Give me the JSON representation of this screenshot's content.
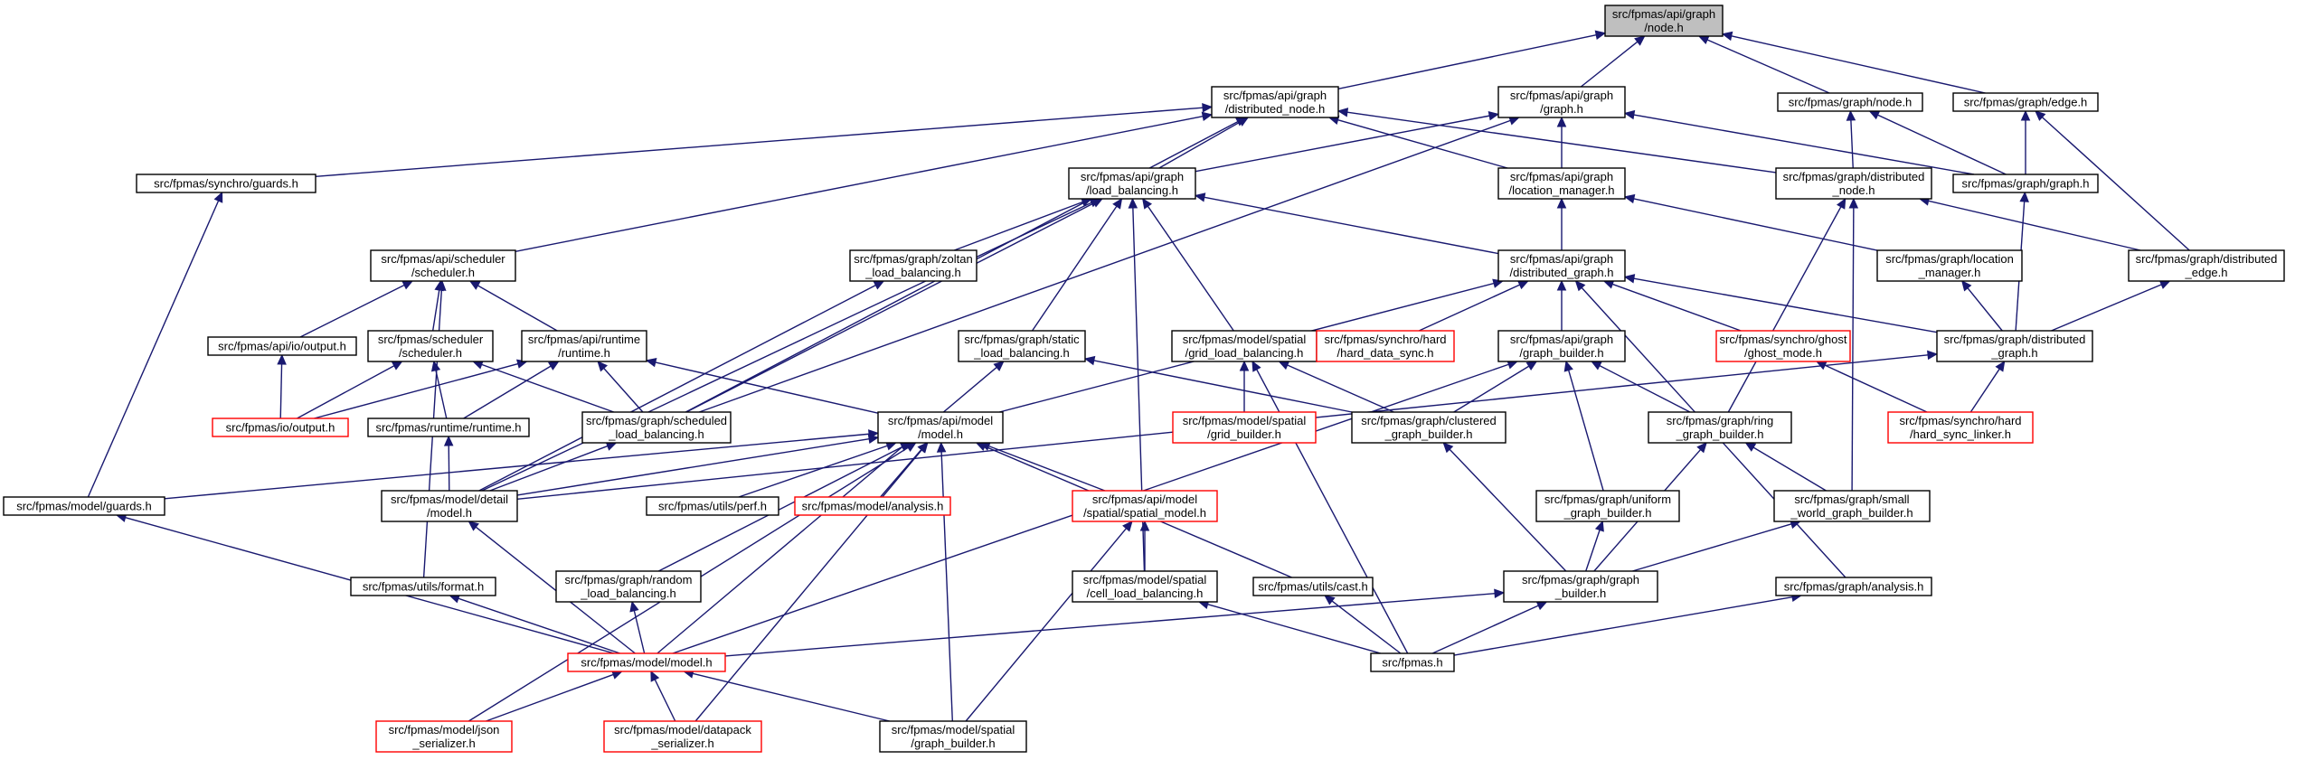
{
  "colors": {
    "edge": "#191970",
    "root_fill": "#bfbfbf",
    "border_default": "#000000",
    "border_incomplete": "#ff0000"
  },
  "nodes": [
    {
      "id": "root",
      "lines": [
        "src/fpmas/api/graph",
        "/node.h"
      ],
      "style": "root"
    },
    {
      "id": "api_distributed_node",
      "lines": [
        "src/fpmas/api/graph",
        "/distributed_node.h"
      ],
      "style": "normal"
    },
    {
      "id": "api_graph",
      "lines": [
        "src/fpmas/api/graph",
        "/graph.h"
      ],
      "style": "normal"
    },
    {
      "id": "graph_node",
      "lines": [
        "src/fpmas/graph/node.h"
      ],
      "style": "normal"
    },
    {
      "id": "graph_edge",
      "lines": [
        "src/fpmas/graph/edge.h"
      ],
      "style": "normal"
    },
    {
      "id": "synchro_guards",
      "lines": [
        "src/fpmas/synchro/guards.h"
      ],
      "style": "normal"
    },
    {
      "id": "api_load_balancing",
      "lines": [
        "src/fpmas/api/graph",
        "/load_balancing.h"
      ],
      "style": "normal"
    },
    {
      "id": "api_location_manager",
      "lines": [
        "src/fpmas/api/graph",
        "/location_manager.h"
      ],
      "style": "normal"
    },
    {
      "id": "graph_distributed_node",
      "lines": [
        "src/fpmas/graph/distributed",
        "_node.h"
      ],
      "style": "normal"
    },
    {
      "id": "graph_graph",
      "lines": [
        "src/fpmas/graph/graph.h"
      ],
      "style": "normal"
    },
    {
      "id": "api_scheduler",
      "lines": [
        "src/fpmas/api/scheduler",
        "/scheduler.h"
      ],
      "style": "normal"
    },
    {
      "id": "zoltan_lb",
      "lines": [
        "src/fpmas/graph/zoltan",
        "_load_balancing.h"
      ],
      "style": "normal"
    },
    {
      "id": "api_distributed_graph",
      "lines": [
        "src/fpmas/api/graph",
        "/distributed_graph.h"
      ],
      "style": "normal"
    },
    {
      "id": "graph_location_manager",
      "lines": [
        "src/fpmas/graph/location",
        "_manager.h"
      ],
      "style": "normal"
    },
    {
      "id": "graph_distributed_edge",
      "lines": [
        "src/fpmas/graph/distributed",
        "_edge.h"
      ],
      "style": "normal"
    },
    {
      "id": "api_io_output",
      "lines": [
        "src/fpmas/api/io/output.h"
      ],
      "style": "normal"
    },
    {
      "id": "scheduler_scheduler",
      "lines": [
        "src/fpmas/scheduler",
        "/scheduler.h"
      ],
      "style": "normal"
    },
    {
      "id": "api_runtime",
      "lines": [
        "src/fpmas/api/runtime",
        "/runtime.h"
      ],
      "style": "normal"
    },
    {
      "id": "static_lb",
      "lines": [
        "src/fpmas/graph/static",
        "_load_balancing.h"
      ],
      "style": "normal"
    },
    {
      "id": "grid_lb",
      "lines": [
        "src/fpmas/model/spatial",
        "/grid_load_balancing.h"
      ],
      "style": "normal"
    },
    {
      "id": "hard_data_sync",
      "lines": [
        "src/fpmas/synchro/hard",
        "/hard_data_sync.h"
      ],
      "style": "red"
    },
    {
      "id": "api_graph_builder",
      "lines": [
        "src/fpmas/api/graph",
        "/graph_builder.h"
      ],
      "style": "normal"
    },
    {
      "id": "ghost_mode",
      "lines": [
        "src/fpmas/synchro/ghost",
        "/ghost_mode.h"
      ],
      "style": "red"
    },
    {
      "id": "graph_distributed_graph",
      "lines": [
        "src/fpmas/graph/distributed",
        "_graph.h"
      ],
      "style": "normal"
    },
    {
      "id": "io_output",
      "lines": [
        "src/fpmas/io/output.h"
      ],
      "style": "red"
    },
    {
      "id": "runtime_runtime",
      "lines": [
        "src/fpmas/runtime/runtime.h"
      ],
      "style": "normal"
    },
    {
      "id": "scheduled_lb",
      "lines": [
        "src/fpmas/graph/scheduled",
        "_load_balancing.h"
      ],
      "style": "normal"
    },
    {
      "id": "api_model",
      "lines": [
        "src/fpmas/api/model",
        "/model.h"
      ],
      "style": "normal"
    },
    {
      "id": "grid_builder",
      "lines": [
        "src/fpmas/model/spatial",
        "/grid_builder.h"
      ],
      "style": "red"
    },
    {
      "id": "clustered_builder",
      "lines": [
        "src/fpmas/graph/clustered",
        "_graph_builder.h"
      ],
      "style": "normal"
    },
    {
      "id": "ring_builder",
      "lines": [
        "src/fpmas/graph/ring",
        "_graph_builder.h"
      ],
      "style": "normal"
    },
    {
      "id": "hard_sync_linker",
      "lines": [
        "src/fpmas/synchro/hard",
        "/hard_sync_linker.h"
      ],
      "style": "red"
    },
    {
      "id": "model_guards",
      "lines": [
        "src/fpmas/model/guards.h"
      ],
      "style": "normal"
    },
    {
      "id": "model_detail_model",
      "lines": [
        "src/fpmas/model/detail",
        "/model.h"
      ],
      "style": "normal"
    },
    {
      "id": "utils_perf",
      "lines": [
        "src/fpmas/utils/perf.h"
      ],
      "style": "normal"
    },
    {
      "id": "model_analysis",
      "lines": [
        "src/fpmas/model/analysis.h"
      ],
      "style": "red"
    },
    {
      "id": "spatial_model",
      "lines": [
        "src/fpmas/api/model",
        "/spatial/spatial_model.h"
      ],
      "style": "red"
    },
    {
      "id": "uniform_builder",
      "lines": [
        "src/fpmas/graph/uniform",
        "_graph_builder.h"
      ],
      "style": "normal"
    },
    {
      "id": "small_world_builder",
      "lines": [
        "src/fpmas/graph/small",
        "_world_graph_builder.h"
      ],
      "style": "normal"
    },
    {
      "id": "utils_format",
      "lines": [
        "src/fpmas/utils/format.h"
      ],
      "style": "normal"
    },
    {
      "id": "random_lb",
      "lines": [
        "src/fpmas/graph/random",
        "_load_balancing.h"
      ],
      "style": "normal"
    },
    {
      "id": "cell_lb",
      "lines": [
        "src/fpmas/model/spatial",
        "/cell_load_balancing.h"
      ],
      "style": "normal"
    },
    {
      "id": "utils_cast",
      "lines": [
        "src/fpmas/utils/cast.h"
      ],
      "style": "normal"
    },
    {
      "id": "graph_graph_builder",
      "lines": [
        "src/fpmas/graph/graph",
        "_builder.h"
      ],
      "style": "normal"
    },
    {
      "id": "graph_analysis",
      "lines": [
        "src/fpmas/graph/analysis.h"
      ],
      "style": "normal"
    },
    {
      "id": "model_model",
      "lines": [
        "src/fpmas/model/model.h"
      ],
      "style": "red"
    },
    {
      "id": "fpmas",
      "lines": [
        "src/fpmas.h"
      ],
      "style": "normal"
    },
    {
      "id": "json_serializer",
      "lines": [
        "src/fpmas/model/json",
        "_serializer.h"
      ],
      "style": "red"
    },
    {
      "id": "datapack_serializer",
      "lines": [
        "src/fpmas/model/datapack",
        "_serializer.h"
      ],
      "style": "red"
    },
    {
      "id": "spatial_graph_builder",
      "lines": [
        "src/fpmas/model/spatial",
        "/graph_builder.h"
      ],
      "style": "normal"
    }
  ],
  "edges": [
    [
      "api_distributed_node",
      "root"
    ],
    [
      "api_graph",
      "root"
    ],
    [
      "graph_node",
      "root"
    ],
    [
      "graph_edge",
      "root"
    ],
    [
      "synchro_guards",
      "api_distributed_node"
    ],
    [
      "api_scheduler",
      "api_distributed_node"
    ],
    [
      "api_load_balancing",
      "api_distributed_node"
    ],
    [
      "api_location_manager",
      "api_distributed_node"
    ],
    [
      "graph_distributed_node",
      "api_distributed_node"
    ],
    [
      "scheduled_lb",
      "api_distributed_node"
    ],
    [
      "api_load_balancing",
      "api_graph"
    ],
    [
      "api_location_manager",
      "api_graph"
    ],
    [
      "graph_graph",
      "api_graph"
    ],
    [
      "scheduled_lb",
      "api_graph"
    ],
    [
      "graph_distributed_node",
      "graph_node"
    ],
    [
      "graph_graph",
      "graph_node"
    ],
    [
      "graph_graph",
      "graph_edge"
    ],
    [
      "graph_distributed_edge",
      "graph_edge"
    ],
    [
      "model_guards",
      "synchro_guards"
    ],
    [
      "zoltan_lb",
      "api_load_balancing"
    ],
    [
      "static_lb",
      "api_load_balancing"
    ],
    [
      "grid_lb",
      "api_load_balancing"
    ],
    [
      "api_distributed_graph",
      "api_load_balancing"
    ],
    [
      "scheduled_lb",
      "api_load_balancing"
    ],
    [
      "model_detail_model",
      "api_load_balancing"
    ],
    [
      "cell_lb",
      "api_load_balancing"
    ],
    [
      "api_distributed_graph",
      "api_location_manager"
    ],
    [
      "graph_location_manager",
      "api_location_manager"
    ],
    [
      "ring_builder",
      "graph_distributed_node"
    ],
    [
      "graph_distributed_edge",
      "graph_distributed_node"
    ],
    [
      "small_world_builder",
      "graph_distributed_node"
    ],
    [
      "graph_distributed_graph",
      "graph_graph"
    ],
    [
      "api_io_output",
      "api_scheduler"
    ],
    [
      "scheduler_scheduler",
      "api_scheduler"
    ],
    [
      "api_runtime",
      "api_scheduler"
    ],
    [
      "utils_format",
      "api_scheduler"
    ],
    [
      "model_detail_model",
      "zoltan_lb"
    ],
    [
      "hard_data_sync",
      "api_distributed_graph"
    ],
    [
      "api_graph_builder",
      "api_distributed_graph"
    ],
    [
      "ghost_mode",
      "api_distributed_graph"
    ],
    [
      "graph_distributed_graph",
      "api_distributed_graph"
    ],
    [
      "api_model",
      "api_distributed_graph"
    ],
    [
      "graph_analysis",
      "api_distributed_graph"
    ],
    [
      "graph_distributed_graph",
      "graph_location_manager"
    ],
    [
      "graph_distributed_graph",
      "graph_distributed_edge"
    ],
    [
      "io_output",
      "api_io_output"
    ],
    [
      "io_output",
      "scheduler_scheduler"
    ],
    [
      "runtime_runtime",
      "scheduler_scheduler"
    ],
    [
      "scheduled_lb",
      "scheduler_scheduler"
    ],
    [
      "io_output",
      "api_runtime"
    ],
    [
      "runtime_runtime",
      "api_runtime"
    ],
    [
      "scheduled_lb",
      "api_runtime"
    ],
    [
      "api_model",
      "api_runtime"
    ],
    [
      "clustered_builder",
      "static_lb"
    ],
    [
      "model_model",
      "static_lb"
    ],
    [
      "grid_builder",
      "grid_lb"
    ],
    [
      "clustered_builder",
      "grid_lb"
    ],
    [
      "fpmas",
      "grid_lb"
    ],
    [
      "clustered_builder",
      "api_graph_builder"
    ],
    [
      "ring_builder",
      "api_graph_builder"
    ],
    [
      "uniform_builder",
      "api_graph_builder"
    ],
    [
      "model_model",
      "api_graph_builder"
    ],
    [
      "hard_sync_linker",
      "ghost_mode"
    ],
    [
      "hard_sync_linker",
      "graph_distributed_graph"
    ],
    [
      "model_detail_model",
      "graph_distributed_graph"
    ],
    [
      "model_detail_model",
      "runtime_runtime"
    ],
    [
      "model_detail_model",
      "scheduled_lb"
    ],
    [
      "model_guards",
      "api_model"
    ],
    [
      "model_detail_model",
      "api_model"
    ],
    [
      "utils_perf",
      "api_model"
    ],
    [
      "model_analysis",
      "api_model"
    ],
    [
      "spatial_model",
      "api_model"
    ],
    [
      "utils_cast",
      "api_model"
    ],
    [
      "random_lb",
      "api_model"
    ],
    [
      "json_serializer",
      "api_model"
    ],
    [
      "datapack_serializer",
      "api_model"
    ],
    [
      "spatial_graph_builder",
      "api_model"
    ],
    [
      "graph_graph_builder",
      "clustered_builder"
    ],
    [
      "graph_graph_builder",
      "ring_builder"
    ],
    [
      "small_world_builder",
      "ring_builder"
    ],
    [
      "model_model",
      "model_guards"
    ],
    [
      "model_model",
      "model_detail_model"
    ],
    [
      "cell_lb",
      "spatial_model"
    ],
    [
      "spatial_graph_builder",
      "spatial_model"
    ],
    [
      "graph_graph_builder",
      "uniform_builder"
    ],
    [
      "graph_graph_builder",
      "small_world_builder"
    ],
    [
      "model_model",
      "utils_format"
    ],
    [
      "model_model",
      "random_lb"
    ],
    [
      "fpmas",
      "cell_lb"
    ],
    [
      "fpmas",
      "utils_cast"
    ],
    [
      "model_model",
      "graph_graph_builder"
    ],
    [
      "fpmas",
      "graph_graph_builder"
    ],
    [
      "fpmas",
      "graph_analysis"
    ],
    [
      "json_serializer",
      "model_model"
    ],
    [
      "datapack_serializer",
      "model_model"
    ],
    [
      "spatial_graph_builder",
      "model_model"
    ]
  ]
}
